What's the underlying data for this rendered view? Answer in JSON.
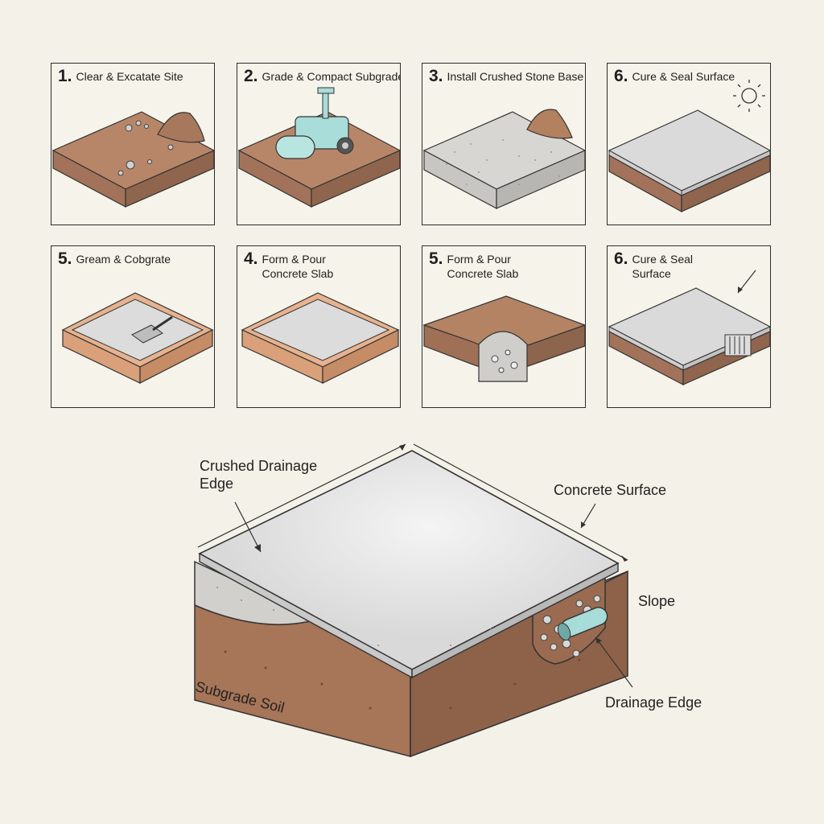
{
  "panels": [
    {
      "number": "1.",
      "label": "Clear & Excatate Site"
    },
    {
      "number": "2.",
      "label": "Grade & Compact Subgrade"
    },
    {
      "number": "3.",
      "label": "Install Crushed Stone Base"
    },
    {
      "number": "6.",
      "label": "Cure & Seal Surface"
    },
    {
      "number": "5.",
      "label": "Gream & Cobgrate"
    },
    {
      "number": "4.",
      "label": "Form & Pour Concrete Slab"
    },
    {
      "number": "5.",
      "label": "Form & Pour Concrete Slab"
    },
    {
      "number": "6.",
      "label": "Cure & Seal Surface"
    }
  ],
  "callouts": {
    "crushed_drainage_edge": "Crushed Drainage Edge",
    "concrete_surface": "Concrete Surface",
    "slope": "Slope",
    "drainage_edge": "Drainage Edge",
    "subgrade_soil": "Subgrade Soil"
  },
  "colors": {
    "soil": "#b58467",
    "soil_dark": "#96684d",
    "concrete": "#d8d8d8",
    "gravel": "#cfcdca",
    "pipe": "#9fd8d4",
    "timber": "#e8b591"
  }
}
